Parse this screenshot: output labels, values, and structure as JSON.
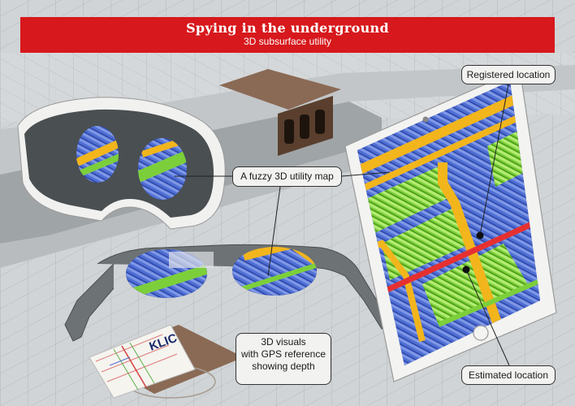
{
  "banner": {
    "title": "Spying in the underground",
    "subtitle": "3D subsurface utility",
    "color": "#d7181c"
  },
  "callouts": {
    "registered": "Registered location",
    "fuzzy": "A fuzzy 3D utility map",
    "estimated": "Estimated location",
    "visuals": [
      "3D visuals",
      "with GPS reference",
      "showing depth"
    ]
  },
  "map_card": {
    "logo": "KLIC"
  },
  "pipe_colors": {
    "blue": "#4f6fd4",
    "green": "#7ccf3a",
    "yellow": "#f2b51c",
    "red": "#e63030"
  }
}
